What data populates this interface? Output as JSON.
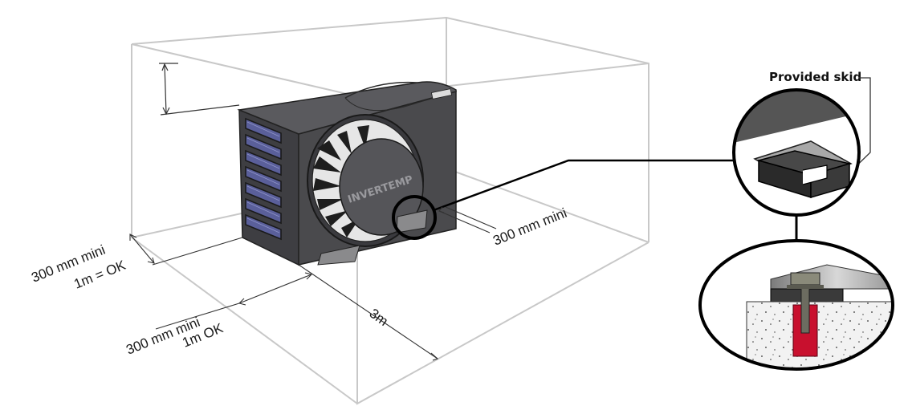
{
  "labels": {
    "right_clearance": "300 mm mini",
    "left_clearance": "300 mm mini",
    "left_ok": "1m = OK",
    "front_clearance": "300 mm mini",
    "front_ok": "1m OK",
    "depth": "3m",
    "skid": "Provided skid",
    "brand": "INVERTEMP"
  },
  "colors": {
    "unit_body": "#4a4a4d",
    "unit_top": "#5a5a5e",
    "grille": "#5a5f9a",
    "anchor": "#c8102e",
    "box_lines": "#c8c8c8"
  }
}
